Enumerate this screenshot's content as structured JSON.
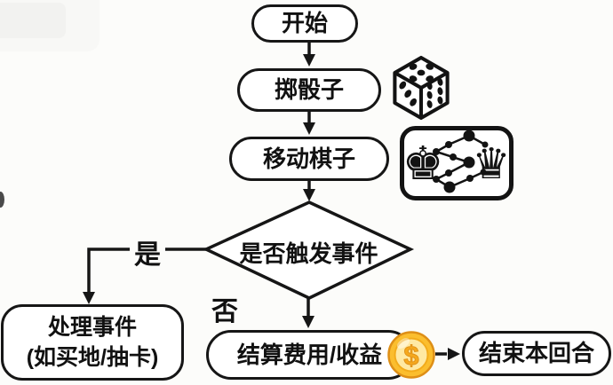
{
  "flowchart": {
    "nodes": {
      "start": {
        "label": "开始"
      },
      "roll_dice": {
        "label": "掷骰子"
      },
      "move_piece": {
        "label": "移动棋子"
      },
      "event_check": {
        "label": "是否触发事件"
      },
      "handle_event": {
        "line1": "处理事件",
        "line2": "(如买地/抽卡)"
      },
      "settle": {
        "label": "结算费用/收益"
      },
      "end_turn": {
        "label": "结束本回合"
      }
    },
    "branches": {
      "yes": "是",
      "no": "否"
    },
    "icons": {
      "dice": {
        "name": "dice-icon",
        "faces": "top-5 left-3 right-6"
      },
      "chess": {
        "name": "chess-network-icon",
        "king_glyph": "♚",
        "queen_glyph": "♛"
      },
      "coin": {
        "name": "coin-dollar-icon",
        "symbol": "$"
      }
    },
    "colors": {
      "stroke": "#161616",
      "node_fill": "#ffffff",
      "background": "#fcfcfa",
      "coin_rim": "#de8f17",
      "coin_body": "#fbbe2e",
      "coin_inner": "#ffe9a3",
      "coin_symbol": "#f5a81c"
    }
  }
}
